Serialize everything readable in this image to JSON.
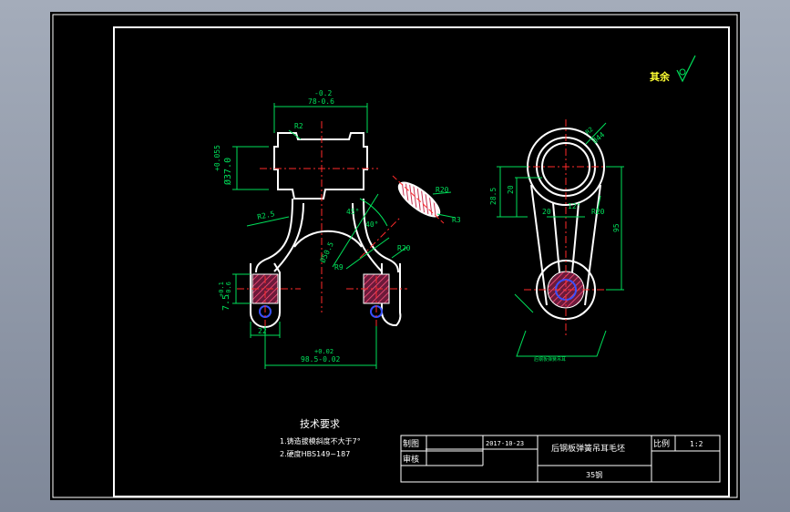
{
  "notes": {
    "heading": "技术要求",
    "line1": "1.铸造拔模斜度不大于7°",
    "line2": "2.硬度HBS149~187"
  },
  "roughness": {
    "text": "其余"
  },
  "title_block": {
    "drawn_label": "制图",
    "checked_label": "审核",
    "date": "2017-10-23",
    "part_name": "后钢板弹簧吊耳毛坯",
    "scale_label": "比例",
    "scale_value": "1:2",
    "material": "35钢"
  },
  "dims": {
    "top_tol": "-0.2",
    "top_width": "78-0.6",
    "r2": "R2",
    "dia_top": "+0.055",
    "dia_main": "Ø37.0",
    "r25": "R2.5",
    "a45": "45°",
    "a40": "40°",
    "dia_left": "Ø50.5",
    "r9": "R9",
    "r20a": "R20",
    "r20b": "R20",
    "r3": "R3",
    "left_tol_top": "+0.1",
    "left_tol_bot": "-0.6",
    "left_val": "7.5",
    "bottom_small": "22",
    "bot_tol_top": "+0.02",
    "bottom_width": "98.5-0.02",
    "r_small": "R2",
    "dia_right": "Ø44",
    "h285": "28.5",
    "h20": "20",
    "w20": "20",
    "ang12": "12°",
    "r20c": "R20",
    "h95": "95",
    "bottom_label": "后钢板弹簧吊耳"
  }
}
